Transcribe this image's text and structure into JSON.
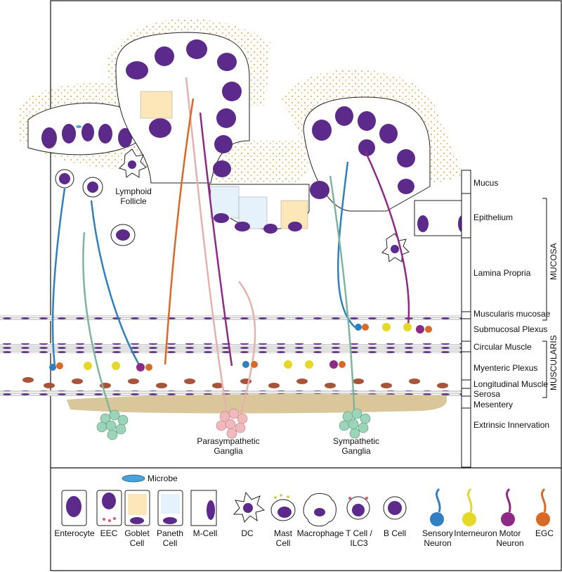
{
  "layers": [
    "Mucus",
    "Epithelium",
    "Lamina Propria",
    "Muscularis mucosae",
    "Submucosal Plexus",
    "Circular Muscle",
    "Myenteric Plexus",
    "Longitudinal Muscle",
    "Serosa",
    "Mesentery",
    "Extrinsic Innervation"
  ],
  "groups": {
    "mucosa": "MUCOSA",
    "muscularis": "MUSCULARIS"
  },
  "annotations": {
    "lymphoid_follicle": [
      "Lymphoid",
      "Follicle"
    ],
    "parasympathetic_ganglia": [
      "Parasympathetic",
      "Ganglia"
    ],
    "sympathetic_ganglia": [
      "Sympathetic",
      "Ganglia"
    ]
  },
  "legend": {
    "microbe": "Microbe",
    "items": [
      [
        "Enterocyte"
      ],
      [
        "EEC"
      ],
      [
        "Goblet",
        "Cell"
      ],
      [
        "Paneth",
        "Cell"
      ],
      [
        "M-Cell"
      ],
      [
        "DC"
      ],
      [
        "Mast",
        "Cell"
      ],
      [
        "Macrophage"
      ],
      [
        "T Cell /",
        "ILC3"
      ],
      [
        "B Cell"
      ],
      [
        "Sensory",
        "Neuron"
      ],
      [
        "Interneuron"
      ],
      [
        "Motor",
        "Neuron"
      ],
      [
        "EGC"
      ]
    ]
  },
  "colors": {
    "nucleus": "#5b2a8a",
    "mucus_dots": "#e8a33a",
    "sensory_neuron": "#2f7fc1",
    "interneuron": "#e5d828",
    "motor_neuron": "#8d2a86",
    "egc": "#d86a25",
    "vagal_fiber": "#e6b1ad",
    "sympathetic_fiber": "#7fb59b",
    "muscle_cell": "#a8543a",
    "mesentery": "#d9c79b"
  }
}
